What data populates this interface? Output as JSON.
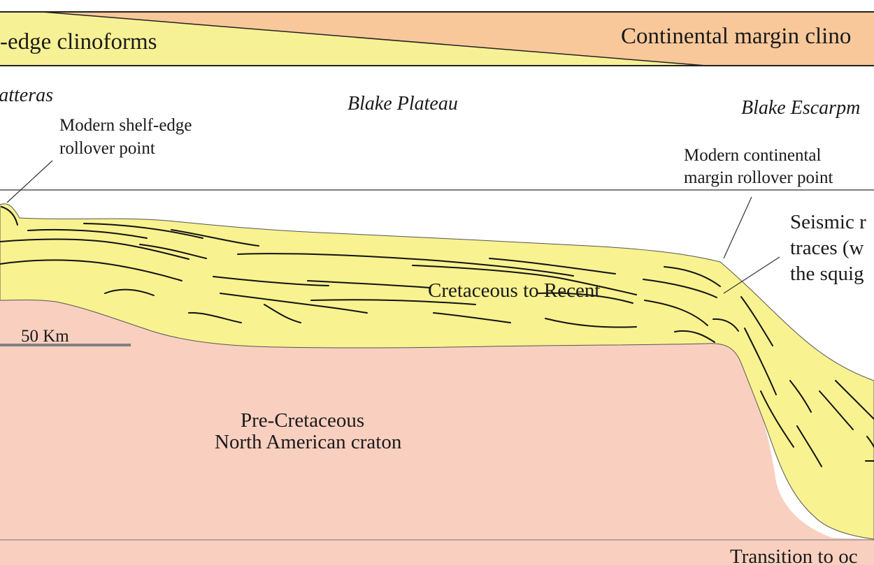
{
  "diagram": {
    "banner": {
      "left_label": "-edge clinoforms",
      "right_label": "Continental margin clino",
      "left_color": "#f7f195",
      "right_color": "#f8c89a"
    },
    "locations": {
      "hatteras": "Hatteras",
      "blake_plateau": "Blake Plateau",
      "blake_escarpment": "Blake Escarpm"
    },
    "annotations": {
      "shelf_edge_line1": "Modern shelf-edge",
      "shelf_edge_line2": "rollover point",
      "margin_line1": "Modern continental",
      "margin_line2": "margin rollover point",
      "seismic_line1": "Seismic r",
      "seismic_line2": "traces (w",
      "seismic_line3": "the squig",
      "transition": "Transition to oc"
    },
    "units": {
      "cretaceous": "Cretaceous to Recent",
      "pre_cretaceous_line1": "Pre-Cretaceous",
      "pre_cretaceous_line2": "North American craton",
      "cretaceous_color": "#f8f290",
      "pre_cretaceous_color": "#f9cfc0"
    },
    "scale_bar": {
      "label": "50 Km"
    }
  }
}
